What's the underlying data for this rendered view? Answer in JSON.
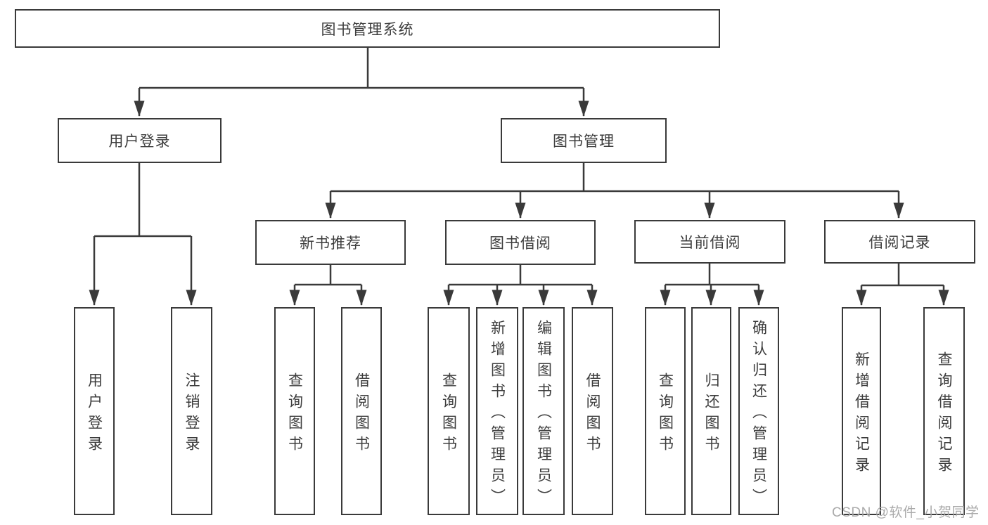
{
  "diagram": {
    "type": "tree-hierarchy",
    "root": "图书管理系统",
    "level2": {
      "user_login": "用户登录",
      "book_mgmt": "图书管理"
    },
    "level3": {
      "new_book_recommend": "新书推荐",
      "book_borrow": "图书借阅",
      "current_borrow": "当前借阅",
      "borrow_records": "借阅记录"
    },
    "leaves": {
      "login_children": [
        "用户登录",
        "注销登录"
      ],
      "recommend_children": [
        "查询图书",
        "借阅图书"
      ],
      "borrow_children": [
        "查询图书",
        "新增图书（管理员）",
        "编辑图书（管理员）",
        "借阅图书"
      ],
      "current_children": [
        "查询图书",
        "归还图书",
        "确认归还（管理员）"
      ],
      "records_children": [
        "新增借阅记录",
        "查询借阅记录"
      ]
    },
    "colors": {
      "line": "#3a3a3a",
      "text": "#3d3d3d",
      "box_background": "#ffffff",
      "watermark": "#a5a5a5"
    },
    "watermark": "CSDN @软件_小贺同学"
  }
}
